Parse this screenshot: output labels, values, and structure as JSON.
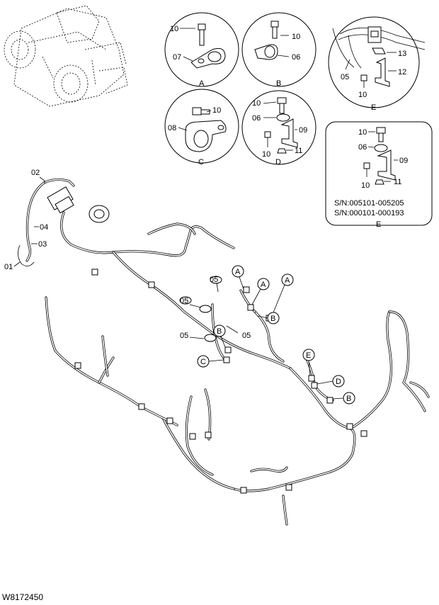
{
  "drawing_number": "W8172450",
  "detail_views": [
    {
      "id": "A",
      "caption": "A",
      "parts": [
        "10",
        "07"
      ]
    },
    {
      "id": "B",
      "caption": "B",
      "parts": [
        "10",
        "06"
      ]
    },
    {
      "id": "C",
      "caption": "C",
      "parts": [
        "10",
        "08"
      ]
    },
    {
      "id": "D",
      "caption": "D",
      "parts": [
        "10",
        "06",
        "09",
        "10",
        "11"
      ]
    },
    {
      "id": "E",
      "caption": "E",
      "parts": [
        "13",
        "12",
        "05",
        "10"
      ]
    },
    {
      "id": "E-alt",
      "caption": "E",
      "parts": [
        "10",
        "06",
        "09",
        "10",
        "11"
      ],
      "serial_numbers": [
        "S/N:005101-005205",
        "S/N:000101-000193"
      ]
    }
  ],
  "harness_part_labels": [
    "02",
    "04",
    "03",
    "01",
    "05",
    "05",
    "05",
    "05",
    "05"
  ],
  "clamp_callouts": [
    "A",
    "A",
    "A",
    "B",
    "B",
    "B",
    "C",
    "D",
    "E"
  ]
}
